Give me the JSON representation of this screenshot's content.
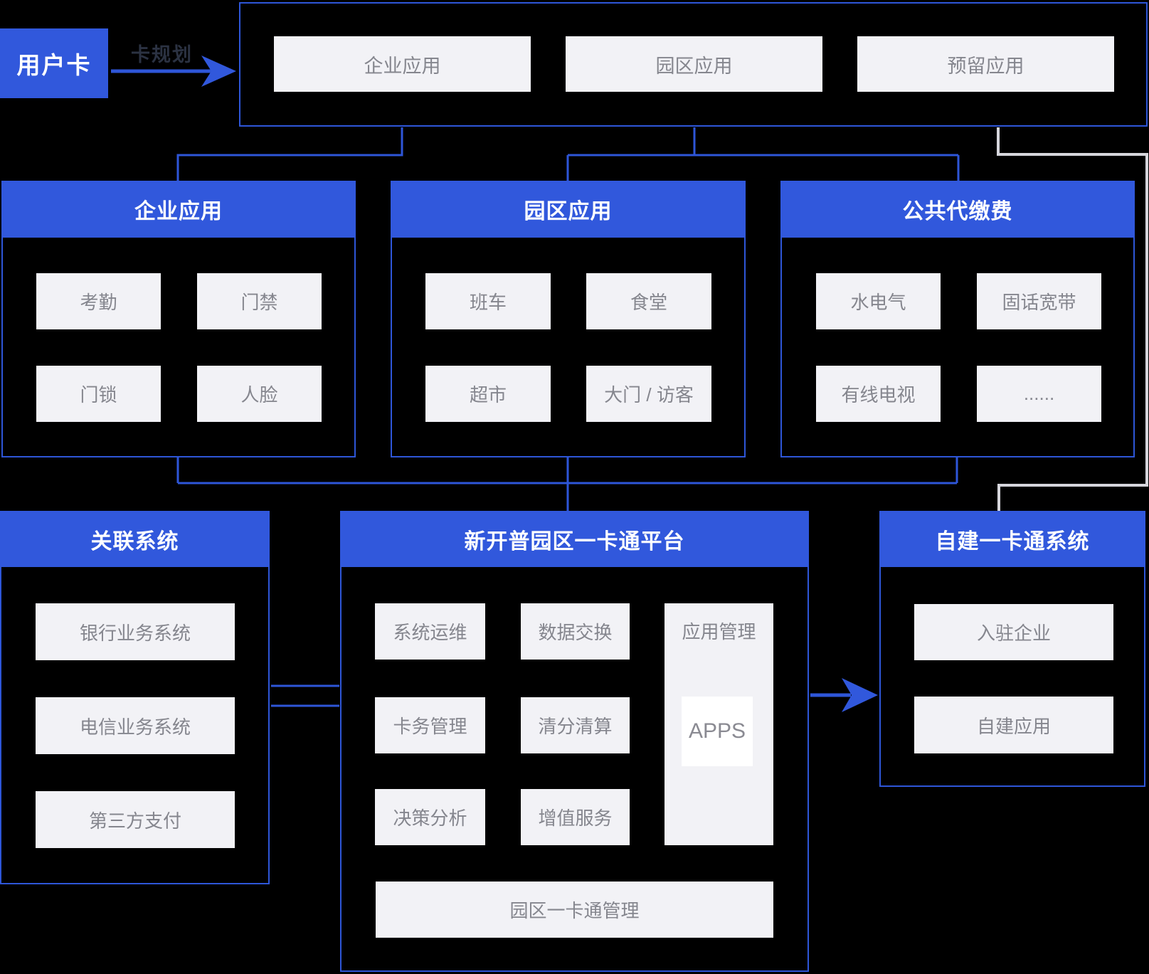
{
  "colors": {
    "accent_blue": "#3158dc",
    "line_blue": "#2e56d8",
    "line_white": "#d6d6dc",
    "item_bg": "#f2f2f6",
    "item_text": "#85868e",
    "background": "#000000"
  },
  "user_card": {
    "label": "用户卡"
  },
  "flow": {
    "label": "卡规划"
  },
  "top_row": {
    "items": [
      "企业应用",
      "园区应用",
      "预留应用"
    ]
  },
  "enterprise": {
    "title": "企业应用",
    "items": [
      "考勤",
      "门禁",
      "门锁",
      "人脸"
    ]
  },
  "park": {
    "title": "园区应用",
    "items": [
      "班车",
      "食堂",
      "超市",
      "大门 / 访客"
    ]
  },
  "public_pay": {
    "title": "公共代缴费",
    "items": [
      "水电气",
      "固话宽带",
      "有线电视",
      "......"
    ]
  },
  "related": {
    "title": "关联系统",
    "items": [
      "银行业务系统",
      "电信业务系统",
      "第三方支付"
    ]
  },
  "platform": {
    "title": "新开普园区一卡通平台",
    "col1": [
      "系统运维",
      "卡务管理",
      "决策分析"
    ],
    "col2": [
      "数据交换",
      "清分清算",
      "增值服务"
    ],
    "tall_label": "应用管理",
    "apps_label": "APPS",
    "bottom_label": "园区一卡通管理"
  },
  "selfbuilt": {
    "title": "自建一卡通系统",
    "items": [
      "入驻企业",
      "自建应用"
    ]
  }
}
